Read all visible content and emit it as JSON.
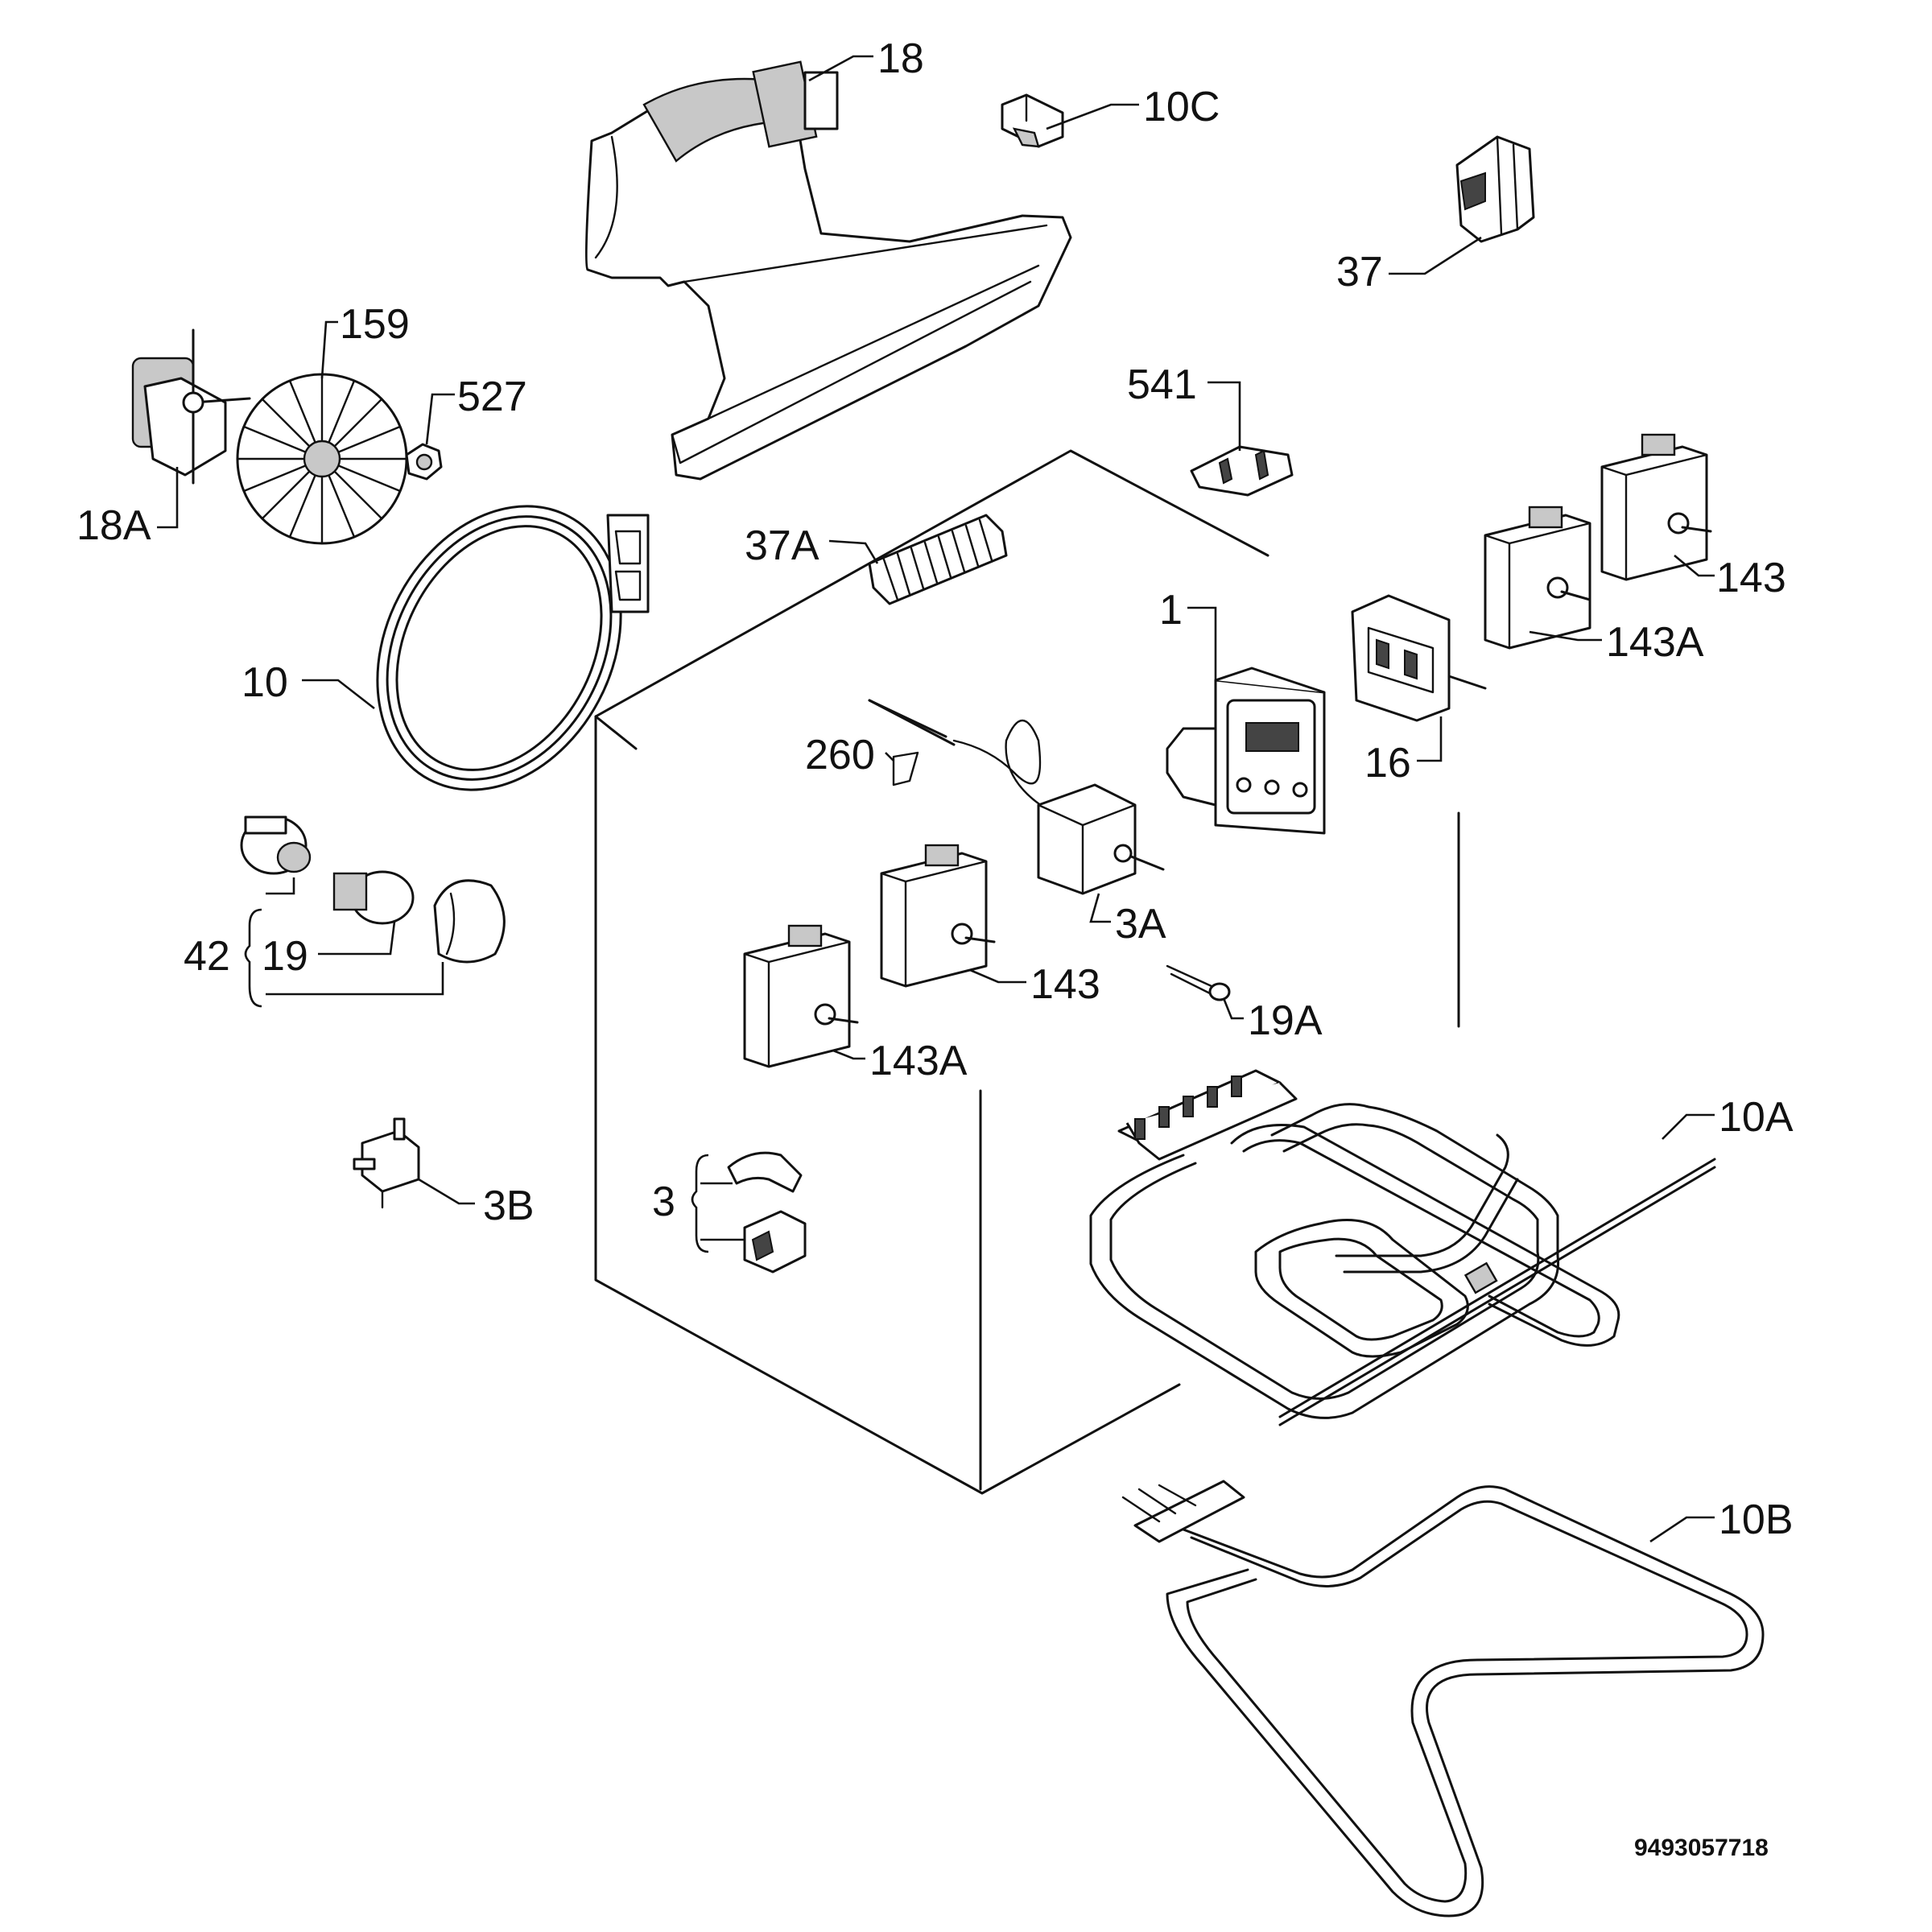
{
  "drawing_number": "9493057718",
  "callouts": {
    "c18": "18",
    "c10c": "10C",
    "c37": "37",
    "c159": "159",
    "c527": "527",
    "c18a": "18A",
    "c541": "541",
    "c37a": "37A",
    "c10": "10",
    "c1": "1",
    "c143_right": "143",
    "c143a_right": "143A",
    "c16": "16",
    "c260": "260",
    "c3a": "3A",
    "c42": "42",
    "c19": "19",
    "c143_mid": "143",
    "c143a_mid": "143A",
    "c19a": "19A",
    "c10a": "10A",
    "c3b": "3B",
    "c3": "3",
    "c10b": "10B"
  }
}
